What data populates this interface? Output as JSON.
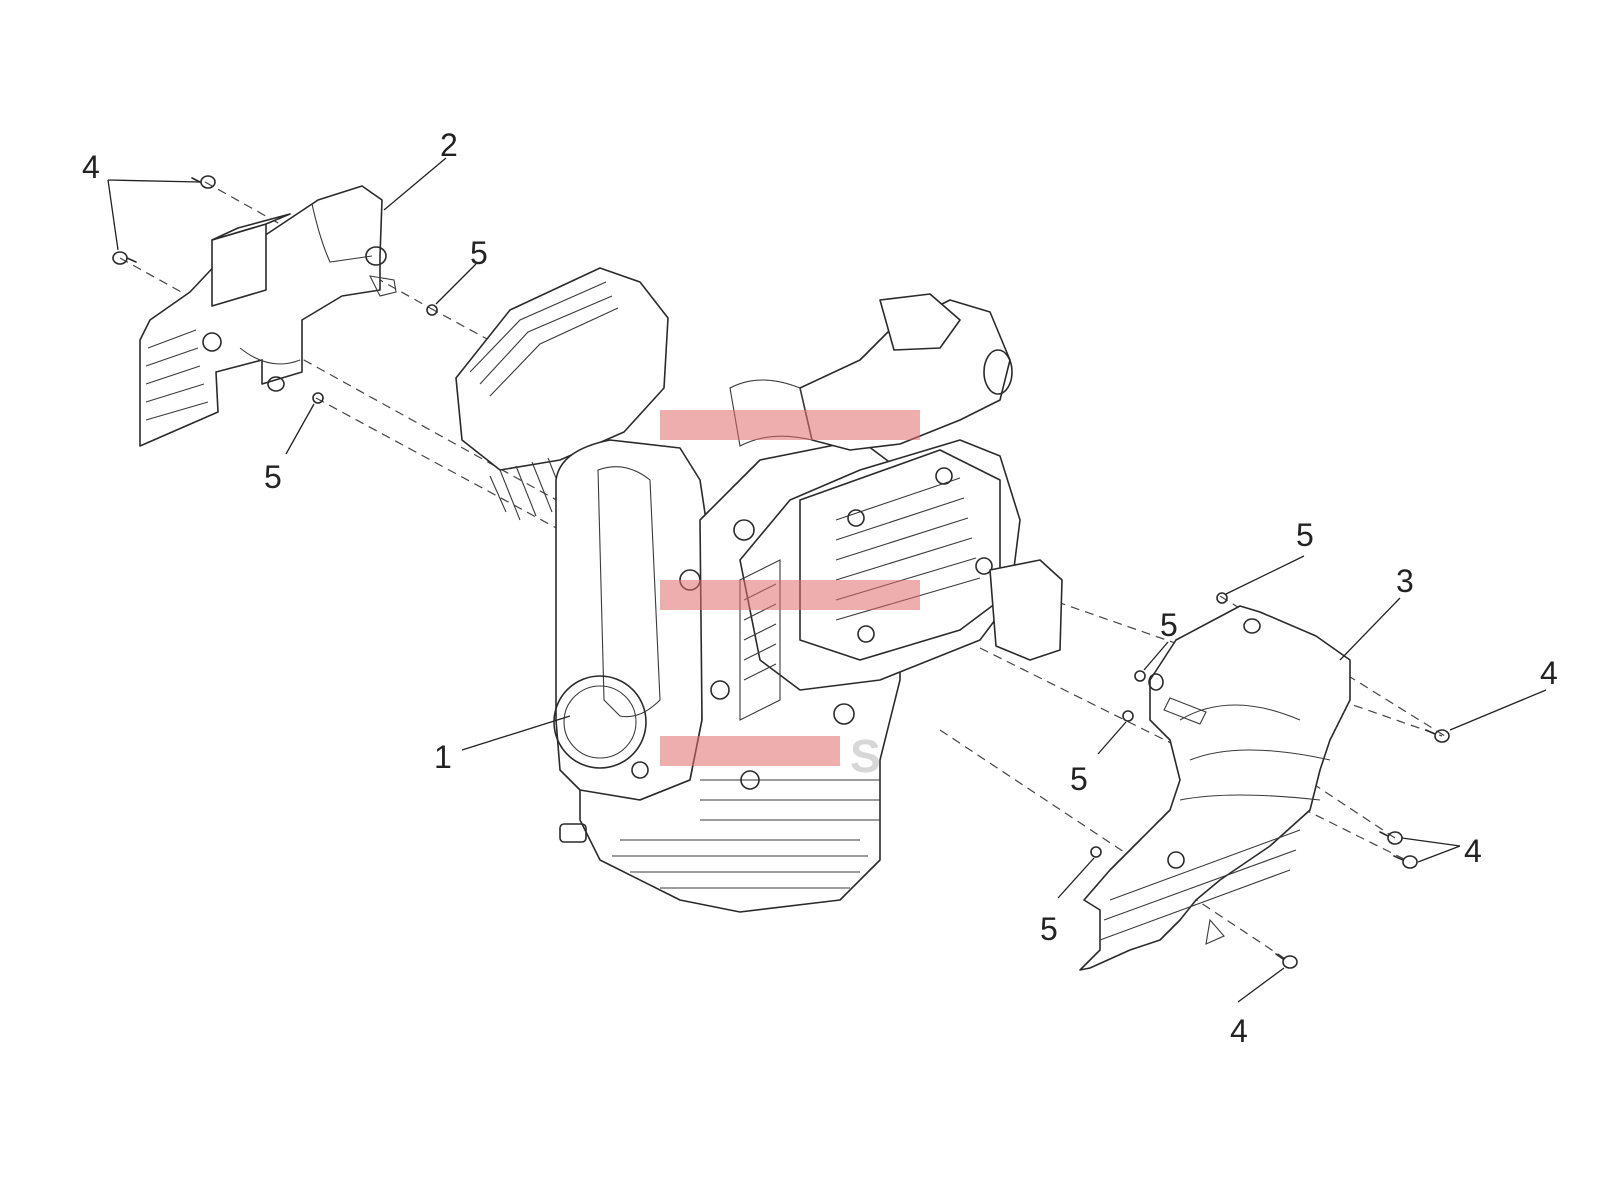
{
  "diagram": {
    "callouts": [
      {
        "id": "callout-1-engine",
        "label": "1",
        "part": "engine"
      },
      {
        "id": "callout-2-left-cover",
        "label": "2",
        "part": "left-heat-shield"
      },
      {
        "id": "callout-3-right-cover",
        "label": "3",
        "part": "right-heat-shield"
      },
      {
        "id": "callout-4-a",
        "label": "4",
        "part": "screw"
      },
      {
        "id": "callout-4-b",
        "label": "4",
        "part": "screw"
      },
      {
        "id": "callout-4-c",
        "label": "4",
        "part": "screw"
      },
      {
        "id": "callout-4-d",
        "label": "4",
        "part": "screw"
      },
      {
        "id": "callout-5-a",
        "label": "5",
        "part": "grommet"
      },
      {
        "id": "callout-5-b",
        "label": "5",
        "part": "grommet"
      },
      {
        "id": "callout-5-c",
        "label": "5",
        "part": "grommet"
      },
      {
        "id": "callout-5-d",
        "label": "5",
        "part": "grommet"
      },
      {
        "id": "callout-5-e",
        "label": "5",
        "part": "grommet"
      },
      {
        "id": "callout-5-f",
        "label": "5",
        "part": "grommet"
      }
    ],
    "watermark": {
      "text": "S",
      "color": "#e06c6c"
    },
    "colors": {
      "line": "#2a2a2a",
      "background": "#ffffff"
    }
  }
}
